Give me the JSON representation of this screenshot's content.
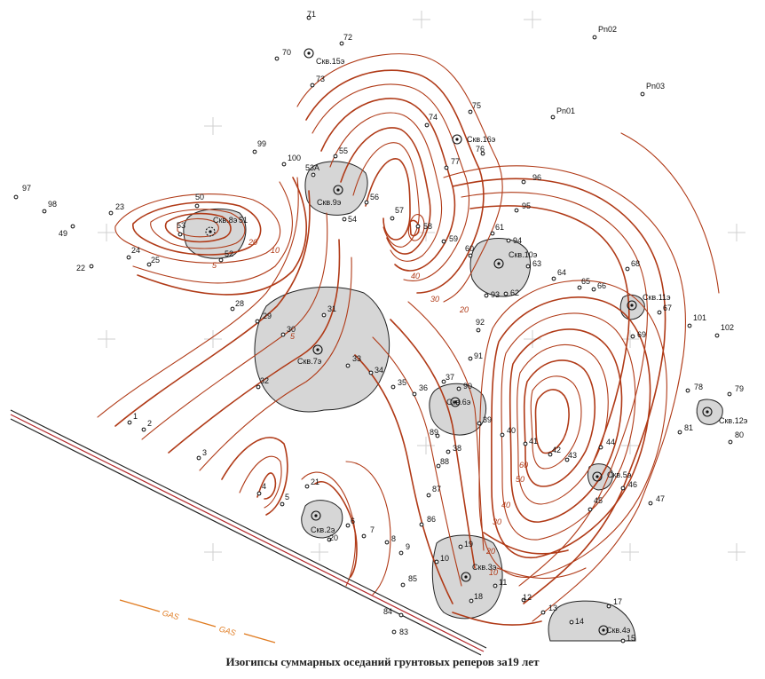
{
  "caption": "Изогипсы суммарных оседаний грунтовых реперов за19 лет",
  "gas_label": "GAS",
  "colors": {
    "isoline": "#b03a17",
    "well_zone_fill": "#d6d6d6",
    "pipeline": "#b3272b",
    "gas_line": "#e07b20"
  },
  "isoline_labels": [
    "5",
    "10",
    "20",
    "30",
    "40",
    "50",
    "60",
    "20",
    "10",
    "30",
    "40",
    "20",
    "10",
    "5"
  ],
  "wells": [
    {
      "id": "w15",
      "label": "Скв.15э"
    },
    {
      "id": "w16",
      "label": "Скв.16э"
    },
    {
      "id": "w9",
      "label": "Скв.9э"
    },
    {
      "id": "w8",
      "label": "Скв.8э"
    },
    {
      "id": "w51",
      "label": "51"
    },
    {
      "id": "w10",
      "label": "Скв.10э"
    },
    {
      "id": "w11",
      "label": "Скв.11э"
    },
    {
      "id": "w7",
      "label": "Скв.7э"
    },
    {
      "id": "w6",
      "label": "Скв.6э"
    },
    {
      "id": "w12",
      "label": "Скв.12э"
    },
    {
      "id": "w5",
      "label": "Скв.5э"
    },
    {
      "id": "w2",
      "label": "Скв.2э"
    },
    {
      "id": "w3",
      "label": "Скв.3э"
    },
    {
      "id": "w4",
      "label": "Скв.4э"
    }
  ],
  "benchmarks": [
    "71",
    "72",
    "70",
    "73",
    "Pn02",
    "Pn03",
    "Pn01",
    "75",
    "74",
    "76",
    "77",
    "99",
    "100",
    "55",
    "53А",
    "96",
    "97",
    "98",
    "49",
    "23",
    "50",
    "53",
    "52",
    "56",
    "54",
    "57",
    "58",
    "95",
    "61",
    "94",
    "60",
    "59",
    "63",
    "24",
    "25",
    "22",
    "62",
    "93",
    "64",
    "65",
    "66",
    "68",
    "28",
    "29",
    "31",
    "30",
    "67",
    "92",
    "101",
    "102",
    "69",
    "33",
    "34",
    "91",
    "35",
    "36",
    "37",
    "90",
    "78",
    "79",
    "32",
    "39",
    "1",
    "2",
    "40",
    "41",
    "81",
    "80",
    "89",
    "38",
    "42",
    "43",
    "44",
    "3",
    "88",
    "46",
    "87",
    "4",
    "21",
    "5",
    "45",
    "47",
    "6",
    "86",
    "20",
    "7",
    "8",
    "9",
    "19",
    "10",
    "11",
    "85",
    "12",
    "18",
    "17",
    "84",
    "13",
    "14",
    "83",
    "15"
  ]
}
